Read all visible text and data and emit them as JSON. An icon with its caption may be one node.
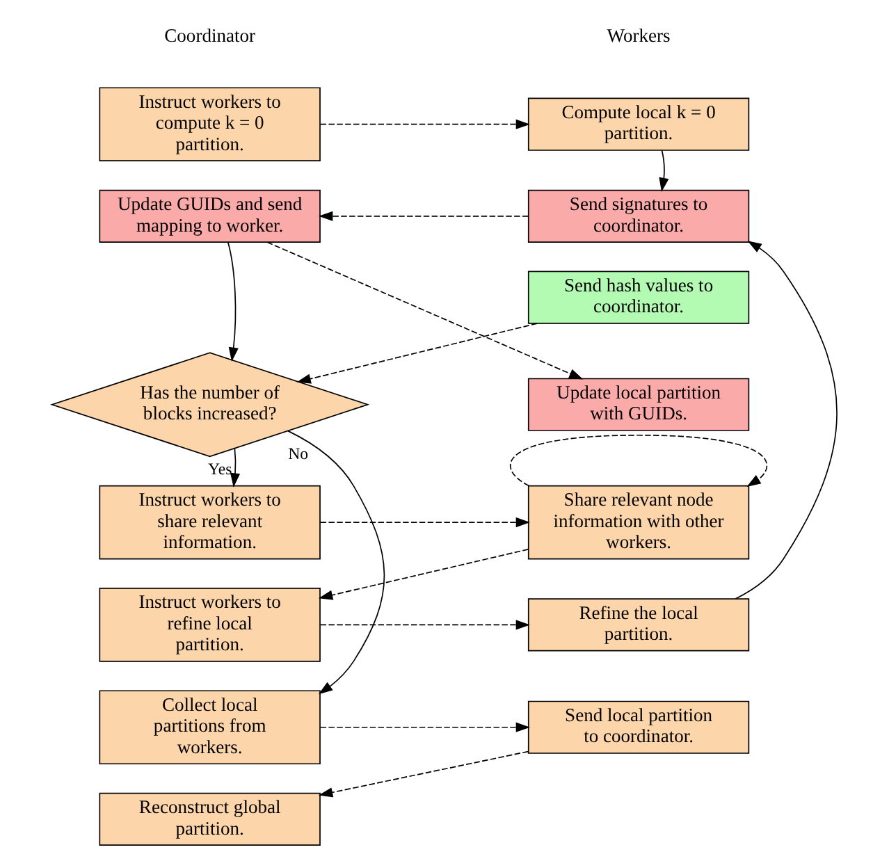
{
  "diagram": {
    "nodes": [
      {
        "text": [
          "Instruct workers to compute k = 0 partition."
        ]
      },
      {
        "text": [
          "Compute local k = 0 partition."
        ]
      },
      {
        "text": [
          "Send signatures to coordinator."
        ]
      },
      {
        "text": [
          "Send hash values to coordinator."
        ]
      },
      {
        "text": [
          "Update GUIDs and send mapping to worker."
        ]
      },
      {
        "text": [
          "Has the number of blocks increased?"
        ]
      },
      {
        "text": [
          "Update local partition with GUIDs."
        ]
      },
      {
        "text": [
          "Instruct workers to share relevant information."
        ]
      },
      {
        "text": [
          "Share relevant node information with other workers."
        ]
      },
      {
        "text": [
          "Instruct workers to refine local partition."
        ]
      },
      {
        "text": [
          "Refine the local partition."
        ]
      },
      {
        "text": [
          "Collect local partitions from workers."
        ]
      },
      {
        "text": [
          "Send local partition to coordinator."
        ]
      },
      {
        "text": [
          "Reconstruct global partition."
        ]
      }
    ],
    "edges": [
      {
        "from": 0,
        "to": 1,
        "arrow": "to",
        "style": "dashed"
      },
      {
        "from": 1,
        "to": 2,
        "arrow": "to"
      },
      {
        "from": 2,
        "to": 4,
        "arrow": "to",
        "style": "dashed"
      },
      {
        "from": 3,
        "to": 5,
        "arrow": "to",
        "style": "dashed"
      },
      {
        "from": 4,
        "to": 5,
        "arrow": "to"
      },
      {
        "from": 4,
        "to": 6,
        "arrow": "to",
        "style": "dashed"
      },
      {
        "from": 5,
        "to": 7,
        "arrow": "to",
        "label": "Yes"
      },
      {
        "from": 5,
        "to": 11,
        "arrow": "to",
        "label": "No"
      },
      {
        "from": 7,
        "to": 8,
        "arrow": "to",
        "style": "dashed"
      },
      {
        "from": 8,
        "to": 8,
        "arrow": "to",
        "style": "dashed"
      },
      {
        "from": 8,
        "to": 9,
        "arrow": "to",
        "style": "dashed"
      },
      {
        "from": 9,
        "to": 10,
        "arrow": "to",
        "style": "dashed"
      },
      {
        "from": 10,
        "to": 2,
        "arrow": "to"
      },
      {
        "from": 11,
        "to": 12,
        "arrow": "to",
        "style": "dashed"
      },
      {
        "from": 12,
        "to": 13,
        "arrow": "to",
        "style": "dashed"
      }
    ],
    "labels": [
      "Coordinator",
      "Workers"
    ]
  }
}
